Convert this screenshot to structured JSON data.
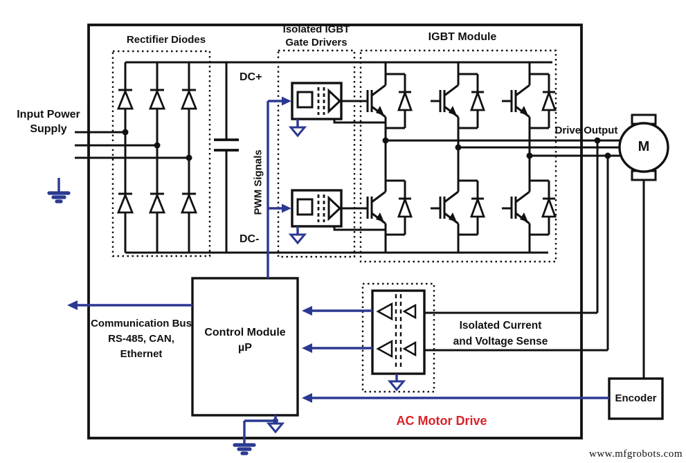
{
  "colors": {
    "wire": "#111111",
    "signal": "#2b3990",
    "accent": "#d8232a",
    "background": "#ffffff"
  },
  "diagram": {
    "title": "AC Motor Drive",
    "watermark": "www.mfgrobots.com",
    "sections": {
      "rectifier": {
        "label": "Rectifier Diodes"
      },
      "gate_drivers": {
        "lines": [
          "Isolated IGBT",
          "Gate Drivers"
        ]
      },
      "igbt_module": {
        "label": "IGBT Module"
      },
      "sense": {
        "lines": [
          "Isolated Current",
          "and Voltage Sense"
        ]
      },
      "control": {
        "lines": [
          "Control Module",
          "µP"
        ]
      },
      "encoder": {
        "label": "Encoder"
      },
      "motor": {
        "label": "M"
      }
    },
    "signals": {
      "input_power": {
        "lines": [
          "Input Power",
          "Supply"
        ]
      },
      "dc_plus": "DC+",
      "dc_minus": "DC-",
      "pwm": "PWM Signals",
      "drive_output": "Drive Output",
      "comm_bus": {
        "lines": [
          "Communication Bus",
          "RS-485, CAN,",
          "Ethernet"
        ]
      }
    },
    "icons": {
      "earth_ground": "earth-ground-icon",
      "signal_ground": "signal-ground-icon",
      "diode": "diode-symbol",
      "igbt": "igbt-symbol",
      "capacitor": "capacitor-symbol",
      "isolated_driver": "isolated-driver-symbol",
      "isolated_amplifier": "isolated-amplifier-symbol"
    }
  }
}
